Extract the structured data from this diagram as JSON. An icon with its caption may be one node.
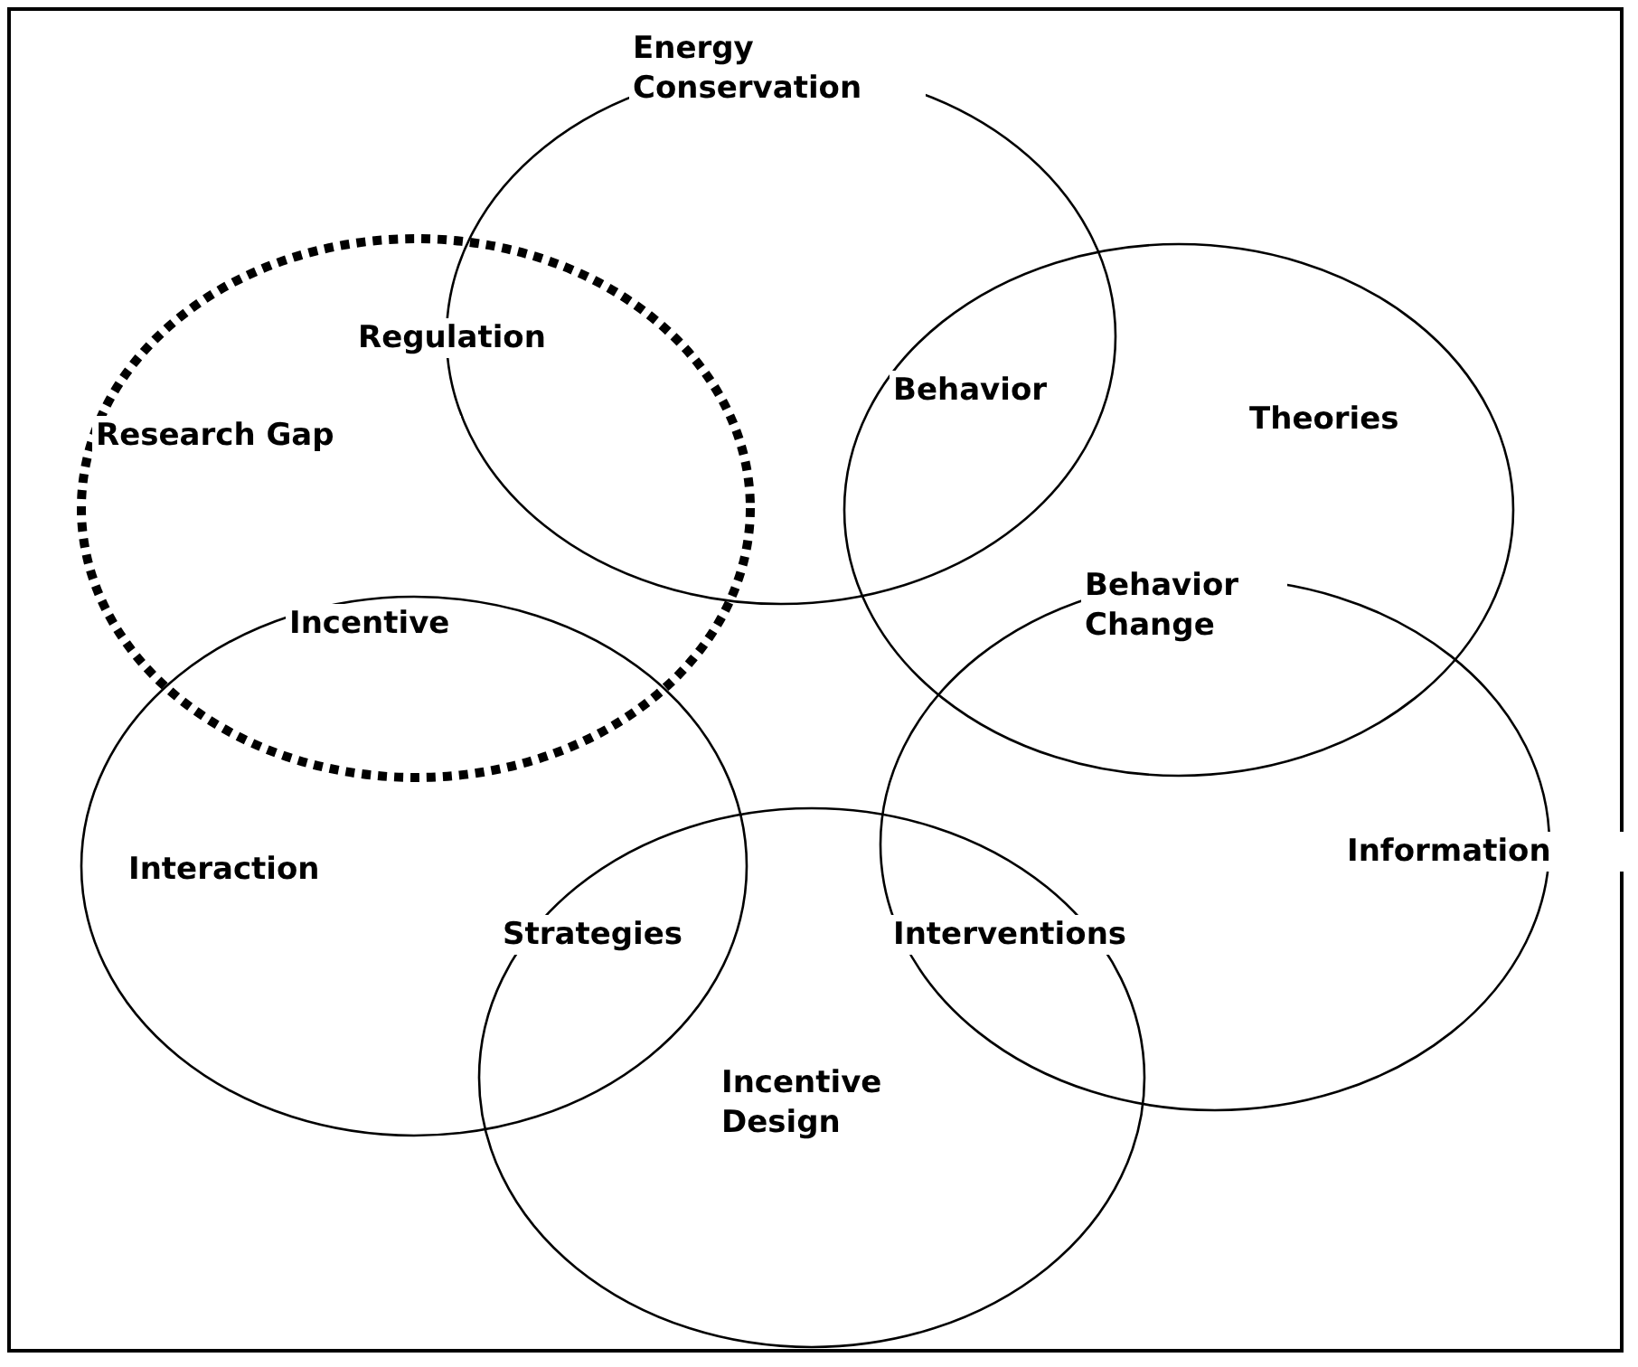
{
  "diagram": {
    "nodes": [
      {
        "text": [
          "Energy Conservation"
        ]
      },
      {
        "text": [
          "Research Gap"
        ]
      },
      {
        "text": [
          "Theories"
        ]
      },
      {
        "text": [
          "Interaction"
        ]
      },
      {
        "text": [
          "Information"
        ]
      },
      {
        "text": [
          "Incentive Design"
        ]
      }
    ],
    "labels": [
      "Regulation",
      "Behavior",
      "Behavior Change",
      "Incentive",
      "Strategies",
      "Interventions"
    ]
  }
}
